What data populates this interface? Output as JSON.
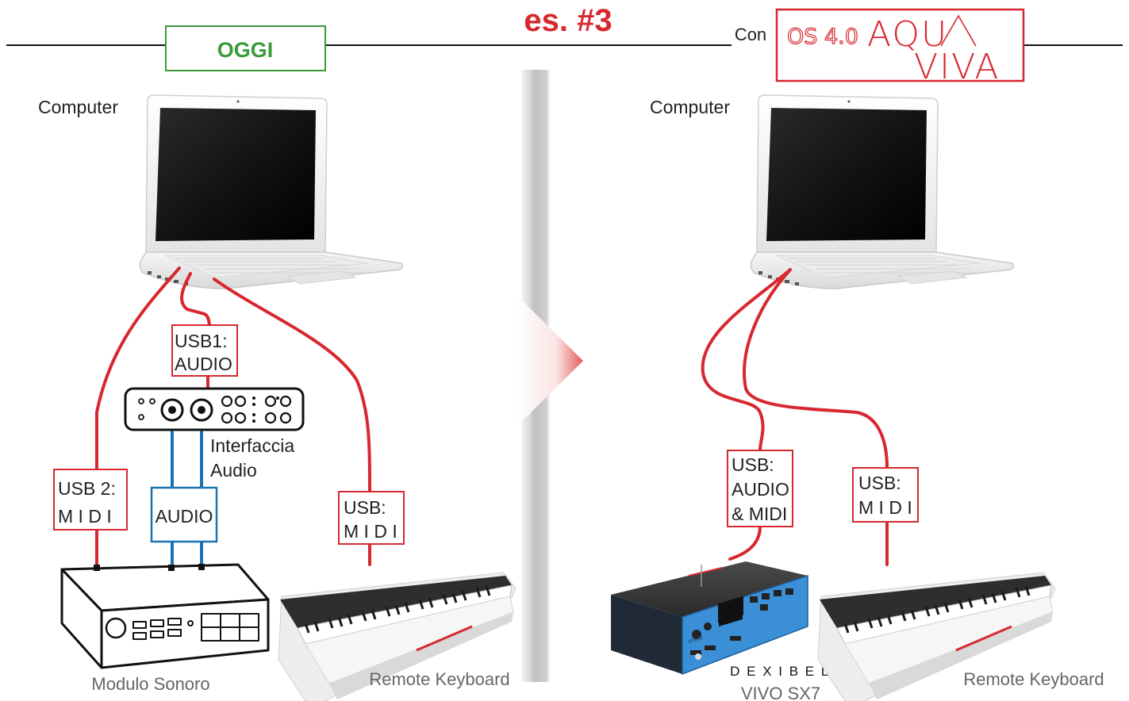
{
  "header": {
    "title": "es. #3",
    "left_badge": "OGGI",
    "right_prefix": "Con",
    "right_logo": {
      "os": "OS 4.0",
      "word_top": "AQU",
      "word_bottom": "VIVA"
    }
  },
  "left": {
    "computer": "Computer",
    "usb1": [
      "USB1:",
      "AUDIO"
    ],
    "usb2": [
      "USB 2:",
      "M I D I"
    ],
    "audio_link": "AUDIO",
    "usb_midi": [
      "USB:",
      "M I D I"
    ],
    "interface": [
      "Interfaccia",
      "Audio"
    ],
    "sound_module": "Modulo Sonoro",
    "keyboard": "Remote Keyboard"
  },
  "right": {
    "computer": "Computer",
    "usb_audio_midi": [
      "USB:",
      "AUDIO",
      "& MIDI"
    ],
    "usb_midi": [
      "USB:",
      "M I D I"
    ],
    "device_brand": "D E X I B E L L",
    "device_model": "VIVO SX7",
    "device_badge": "VIVO",
    "keyboard": "Remote Keyboard"
  },
  "colors": {
    "red": "#d7282f",
    "blue": "#1a73b5",
    "green": "#3a9a3a",
    "grey_bar": "#cfcfcf",
    "vivo_blue": "#3b8fd6"
  },
  "icons": [
    "laptop-icon",
    "audio-interface-icon",
    "sound-module-icon",
    "keyboard-icon",
    "dexibell-vivo-sx7-icon",
    "arrow-right-icon"
  ]
}
